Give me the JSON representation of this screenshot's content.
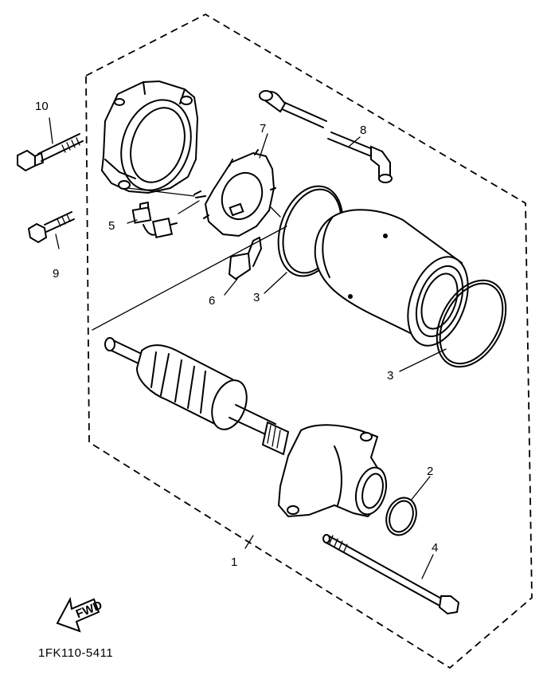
{
  "diagram": {
    "callouts": [
      {
        "id": "1",
        "text": "1"
      },
      {
        "id": "2",
        "text": "2"
      },
      {
        "id": "3a",
        "text": "3"
      },
      {
        "id": "3b",
        "text": "3"
      },
      {
        "id": "4",
        "text": "4"
      },
      {
        "id": "5",
        "text": "5"
      },
      {
        "id": "6",
        "text": "6"
      },
      {
        "id": "7",
        "text": "7"
      },
      {
        "id": "8",
        "text": "8"
      },
      {
        "id": "9",
        "text": "9"
      },
      {
        "id": "10",
        "text": "10"
      }
    ],
    "fwd_label": "FWD",
    "drawing_code": "1FK110-5411"
  }
}
